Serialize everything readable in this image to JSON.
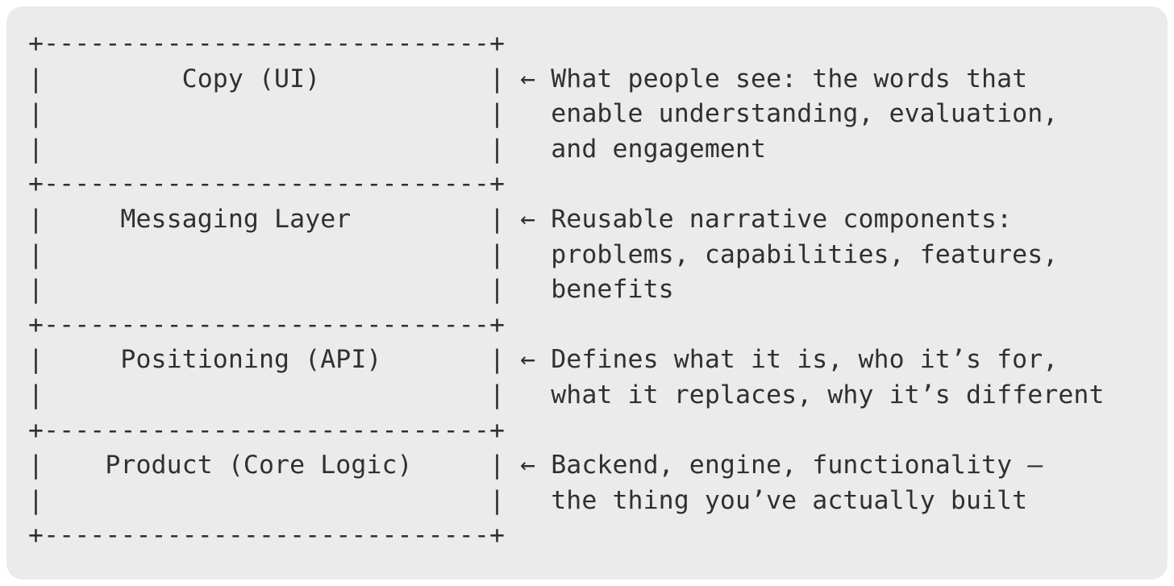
{
  "colors": {
    "page_background": "#ffffff",
    "card_background": "#ebebeb",
    "text": "#303030"
  },
  "diagram": {
    "type": "ascii-stack-diagram",
    "arrow_glyph": "←",
    "layers": [
      {
        "label": "Copy (UI)",
        "annotation_lines": [
          "What people see: the words that",
          "enable understanding, evaluation,",
          "and engagement"
        ]
      },
      {
        "label": "Messaging Layer",
        "annotation_lines": [
          "Reusable narrative components:",
          "problems, capabilities, features,",
          "benefits"
        ]
      },
      {
        "label": "Positioning (API)",
        "annotation_lines": [
          "Defines what it is, who it’s for,",
          "what it replaces, why it’s different"
        ]
      },
      {
        "label": "Product (Core Logic)",
        "annotation_lines": [
          "Backend, engine, functionality —",
          "the thing you’ve actually built"
        ]
      }
    ],
    "ascii_text": "+-----------------------------+\n|         Copy (UI)           | ← What people see: the words that\n|                             |   enable understanding, evaluation,\n|                             |   and engagement\n+-----------------------------+\n|     Messaging Layer         | ← Reusable narrative components:\n|                             |   problems, capabilities, features,\n|                             |   benefits\n+-----------------------------+\n|     Positioning (API)       | ← Defines what it is, who it’s for,\n|                             |   what it replaces, why it’s different\n+-----------------------------+\n|    Product (Core Logic)     | ← Backend, engine, functionality —\n|                             |   the thing you’ve actually built\n+-----------------------------+"
  }
}
